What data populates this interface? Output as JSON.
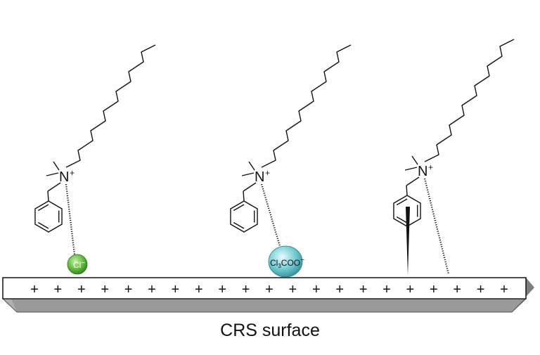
{
  "labels": {
    "nitrogen": "N",
    "charge": "+",
    "anion_1": "Cl",
    "anion_1_charge": "−",
    "anion_2_main": "Cl",
    "anion_2_sub": "3",
    "anion_2_rest": "COO",
    "anion_2_charge": "−",
    "surface_charge": "+",
    "caption": "CRS surface"
  },
  "counts": {
    "surface_plus_signs": 21
  },
  "colors": {
    "chloride_fill": "#5fb83a",
    "trichloroacetate_fill": "#6cc4cc",
    "stroke": "#111111",
    "surface_side": "#bdbdbd",
    "surface_top": "#ffffff"
  }
}
